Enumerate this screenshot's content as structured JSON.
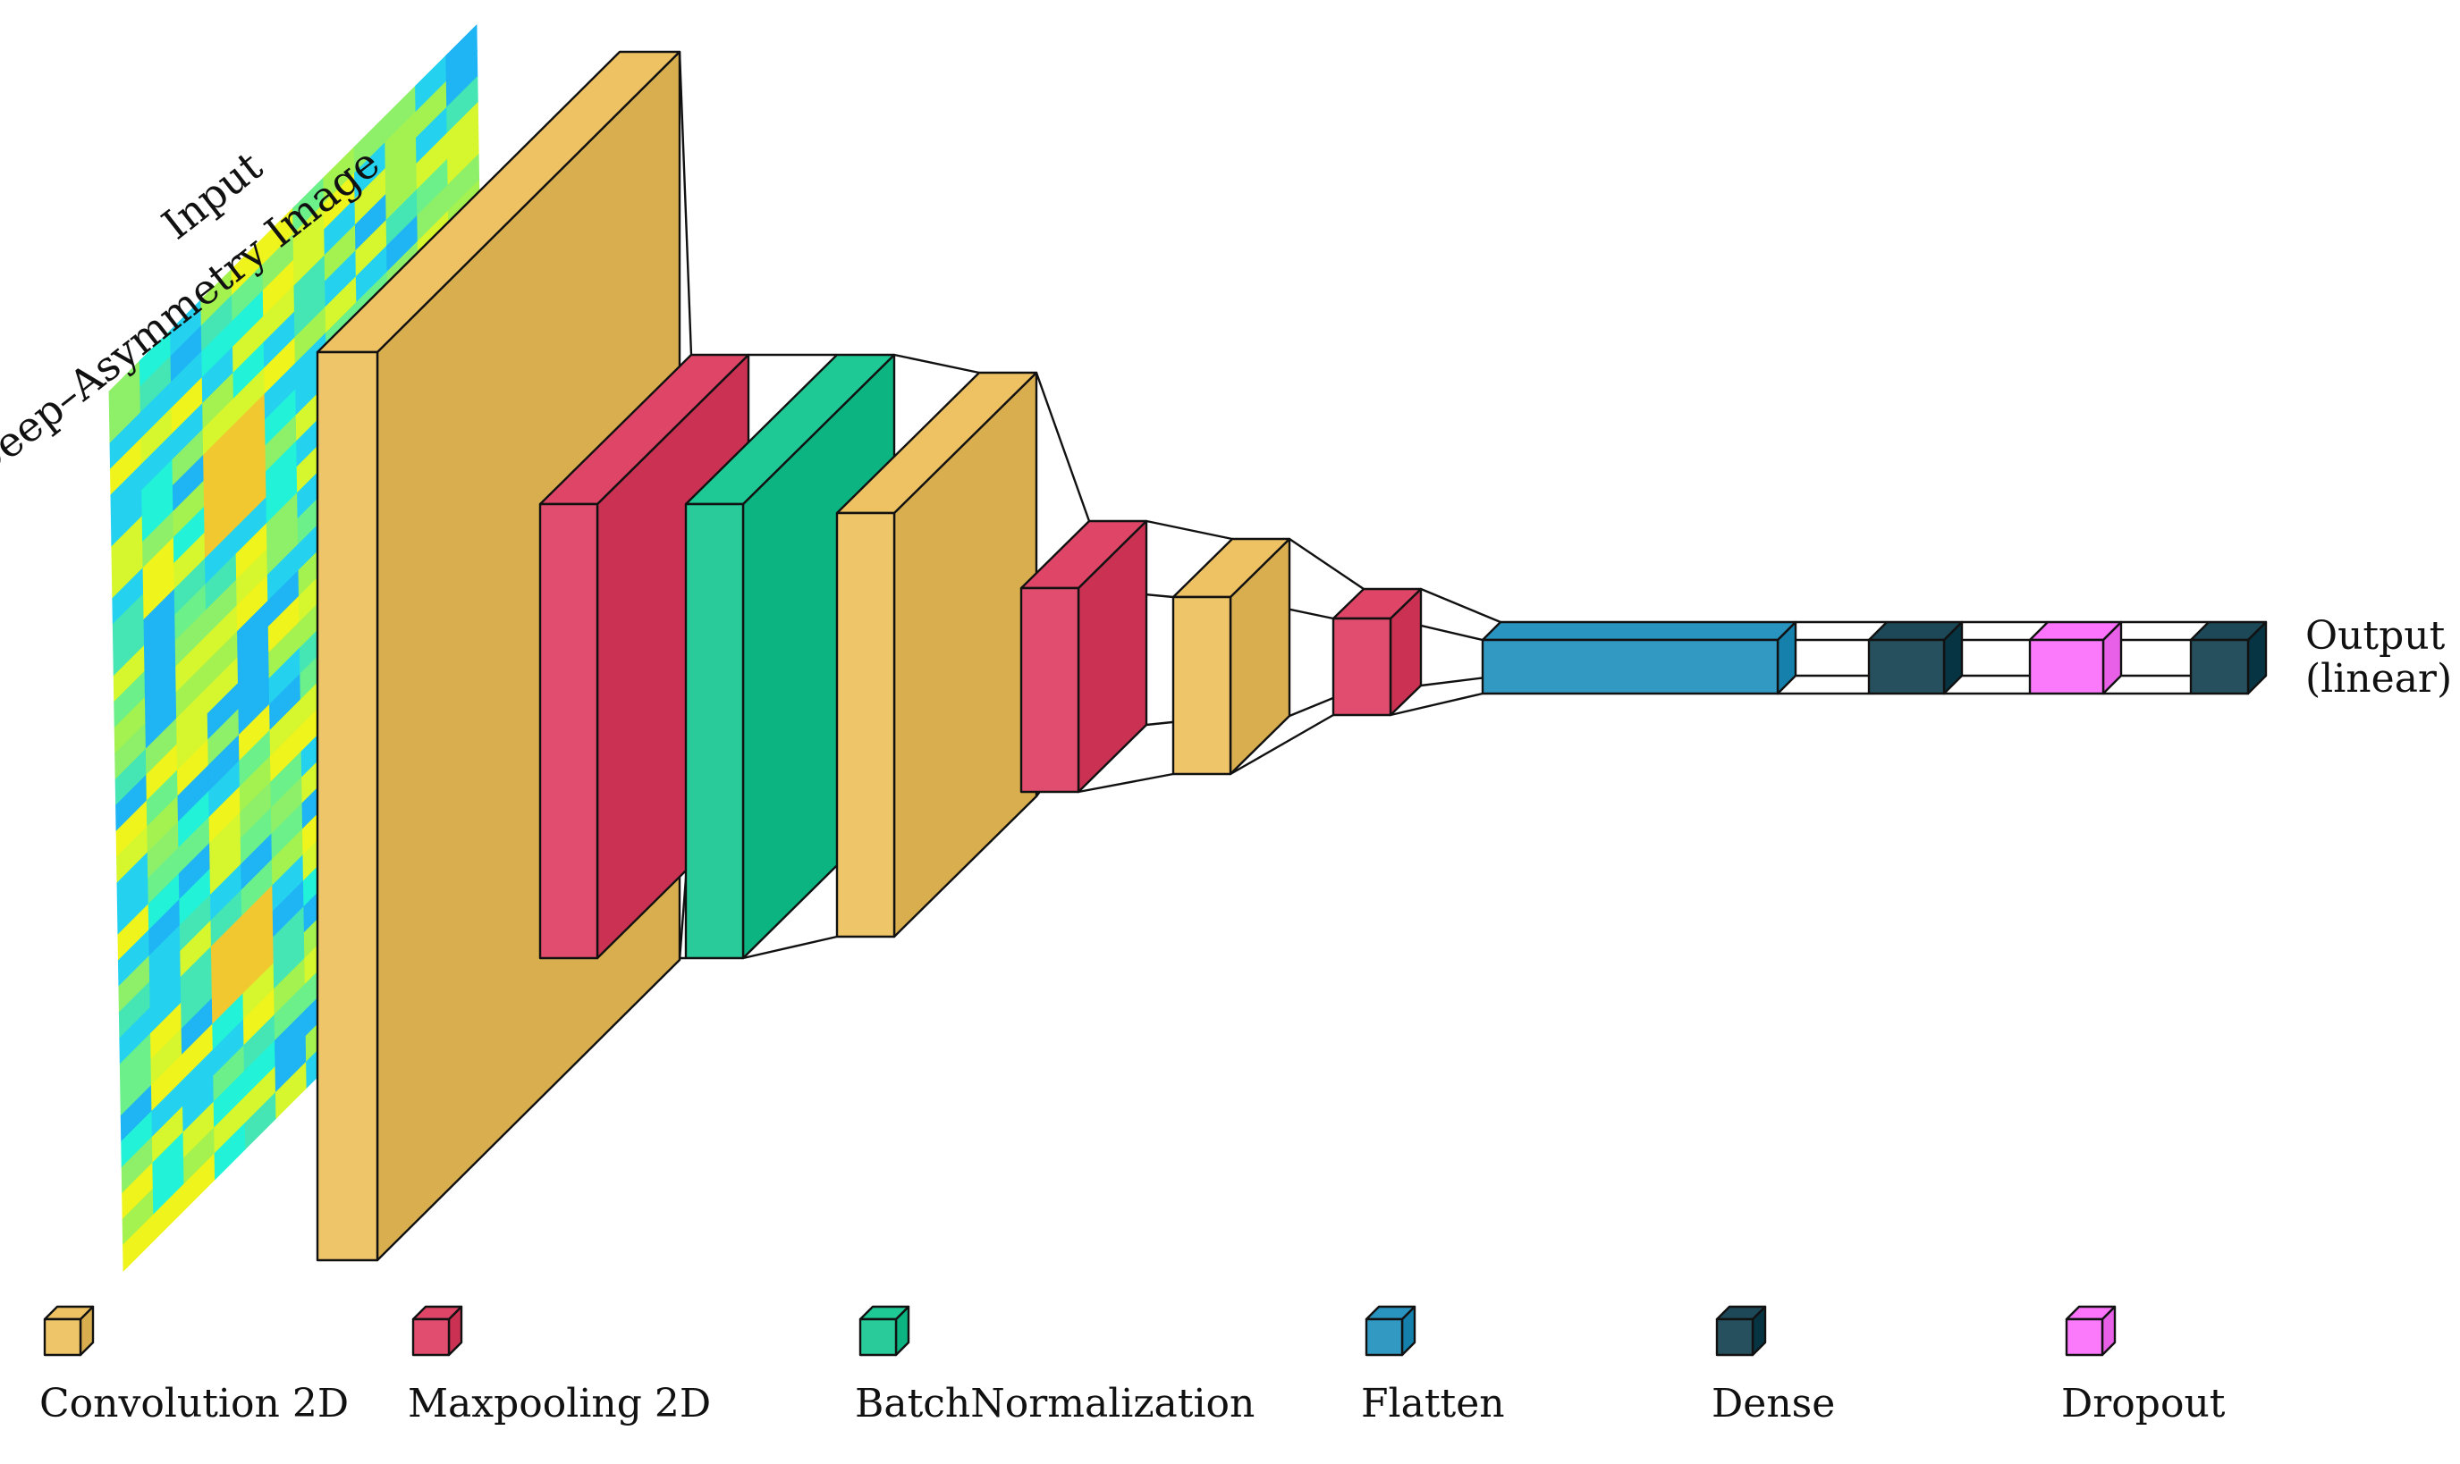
{
  "input": {
    "label_line1": "Input",
    "label_line2": "Deep–Asymmetry Image"
  },
  "output": {
    "label_line1": "Output",
    "label_line2": "(linear)"
  },
  "colors": {
    "conv2d": "#ecbd55",
    "maxpool2d": "#dc355a",
    "batchnorm": "#0cc48c",
    "flatten": "#168bba",
    "dense": "#083848",
    "dropout": "#fb68fb"
  },
  "legend": [
    {
      "key": "conv2d",
      "label": "Convolution 2D"
    },
    {
      "key": "maxpool2d",
      "label": "Maxpooling 2D"
    },
    {
      "key": "batchnorm",
      "label": "BatchNormalization"
    },
    {
      "key": "flatten",
      "label": "Flatten"
    },
    {
      "key": "dense",
      "label": "Dense"
    },
    {
      "key": "dropout",
      "label": "Dropout"
    }
  ],
  "layers": [
    {
      "type": "conv2d"
    },
    {
      "type": "maxpool2d"
    },
    {
      "type": "batchnorm"
    },
    {
      "type": "conv2d"
    },
    {
      "type": "maxpool2d"
    },
    {
      "type": "conv2d"
    },
    {
      "type": "maxpool2d"
    },
    {
      "type": "flatten"
    },
    {
      "type": "dense"
    },
    {
      "type": "dropout"
    },
    {
      "type": "dense"
    }
  ]
}
